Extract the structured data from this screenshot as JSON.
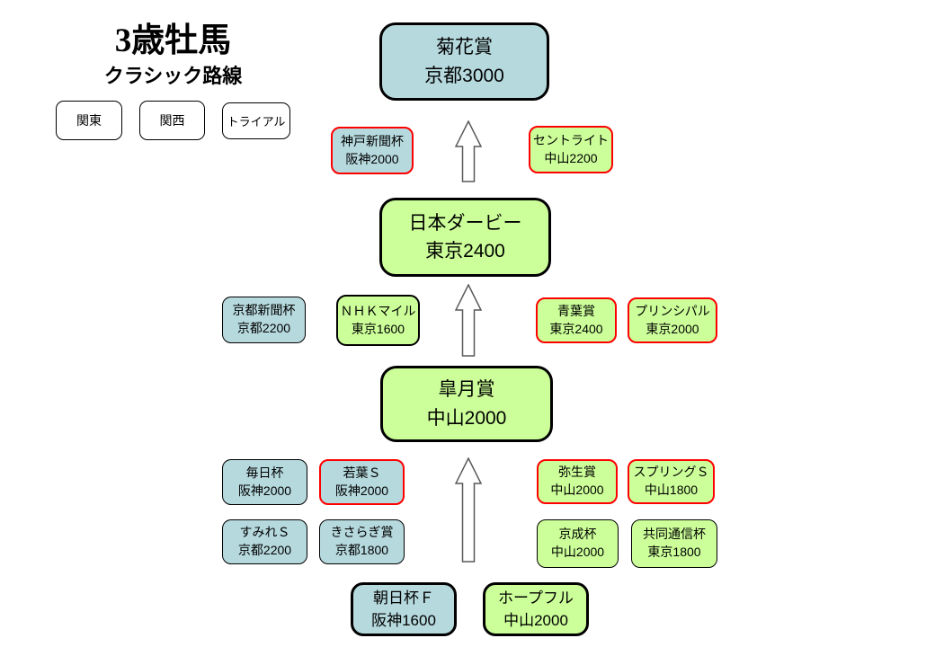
{
  "title": {
    "main": "3歳牡馬",
    "subtitle": "クラシック路線"
  },
  "legend": {
    "east": {
      "label": "関東"
    },
    "west": {
      "label": "関西"
    },
    "trial": {
      "label": "トライアル"
    }
  },
  "colors": {
    "kanto_fill": "#ccff99",
    "kansai_fill": "#b6d9de",
    "trial_border": "#ff3399",
    "trial_step_border": "#ff0000",
    "main_border": "#000000",
    "arrow_outline": "#595959",
    "background": "#ffffff"
  },
  "icons": {
    "up_arrow": "up-arrow"
  },
  "races": {
    "kikka": {
      "name": "菊花賞",
      "course": "京都3000"
    },
    "kobe": {
      "name": "神戸新聞杯",
      "course": "阪神2000"
    },
    "stlite": {
      "name": "セントライト",
      "course": "中山2200"
    },
    "derby": {
      "name": "日本ダービー",
      "course": "東京2400"
    },
    "kyotoshimbun": {
      "name": "京都新聞杯",
      "course": "京都2200"
    },
    "nhk": {
      "name": "ＮＨＫマイル",
      "course": "東京1600"
    },
    "aoba": {
      "name": "青葉賞",
      "course": "東京2400"
    },
    "principal": {
      "name": "プリンシパル",
      "course": "東京2000"
    },
    "satsuki": {
      "name": "皐月賞",
      "course": "中山2000"
    },
    "mainichi": {
      "name": "毎日杯",
      "course": "阪神2000"
    },
    "wakaba": {
      "name": "若葉Ｓ",
      "course": "阪神2000"
    },
    "yayoi": {
      "name": "弥生賞",
      "course": "中山2000"
    },
    "spring": {
      "name": "スプリングＳ",
      "course": "中山1800"
    },
    "sumire": {
      "name": "すみれＳ",
      "course": "京都2200"
    },
    "kisaragi": {
      "name": "きさらぎ賞",
      "course": "京都1800"
    },
    "keisei": {
      "name": "京成杯",
      "course": "中山2000"
    },
    "kyodo": {
      "name": "共同通信杯",
      "course": "東京1800"
    },
    "asahi": {
      "name": "朝日杯Ｆ",
      "course": "阪神1600"
    },
    "hopeful": {
      "name": "ホープフル",
      "course": "中山2000"
    }
  }
}
